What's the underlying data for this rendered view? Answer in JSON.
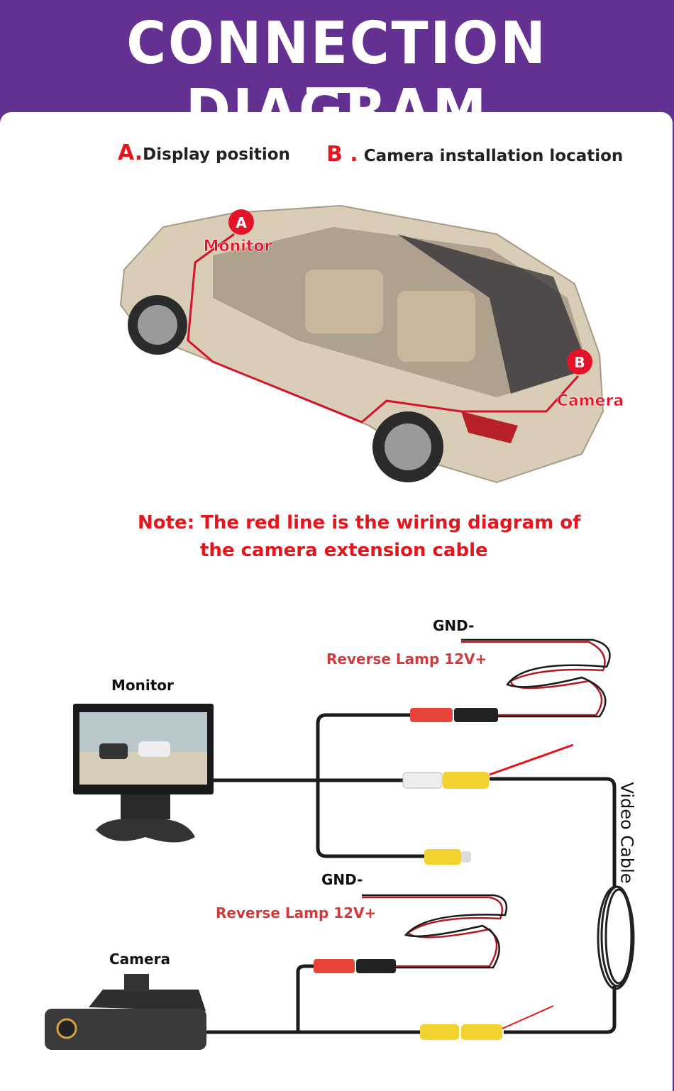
{
  "header": {
    "title": "CONNECTION DIAGRAM"
  },
  "legend": {
    "a_letter": "A.",
    "a_text": "Display position",
    "b_letter": "B .",
    "b_text": "Camera installation location"
  },
  "car": {
    "marker_a": "A",
    "marker_a_label": "Monitor",
    "marker_b": "B",
    "marker_b_label": "Camera"
  },
  "note": {
    "line1": "Note: The red line is the wiring diagram of",
    "line2": "the camera extension cable"
  },
  "wiring": {
    "monitor_label": "Monitor",
    "camera_label": "Camera",
    "gnd_top": "GND-",
    "reverse_top": "Reverse Lamp 12V+",
    "gnd_bottom": "GND-",
    "reverse_bottom": "Reverse Lamp 12V+",
    "video_cable": "Video Cable"
  },
  "colors": {
    "header_bg": "#643092",
    "accent_red": "#e8141c",
    "rca_yellow": "#f2d22e"
  }
}
